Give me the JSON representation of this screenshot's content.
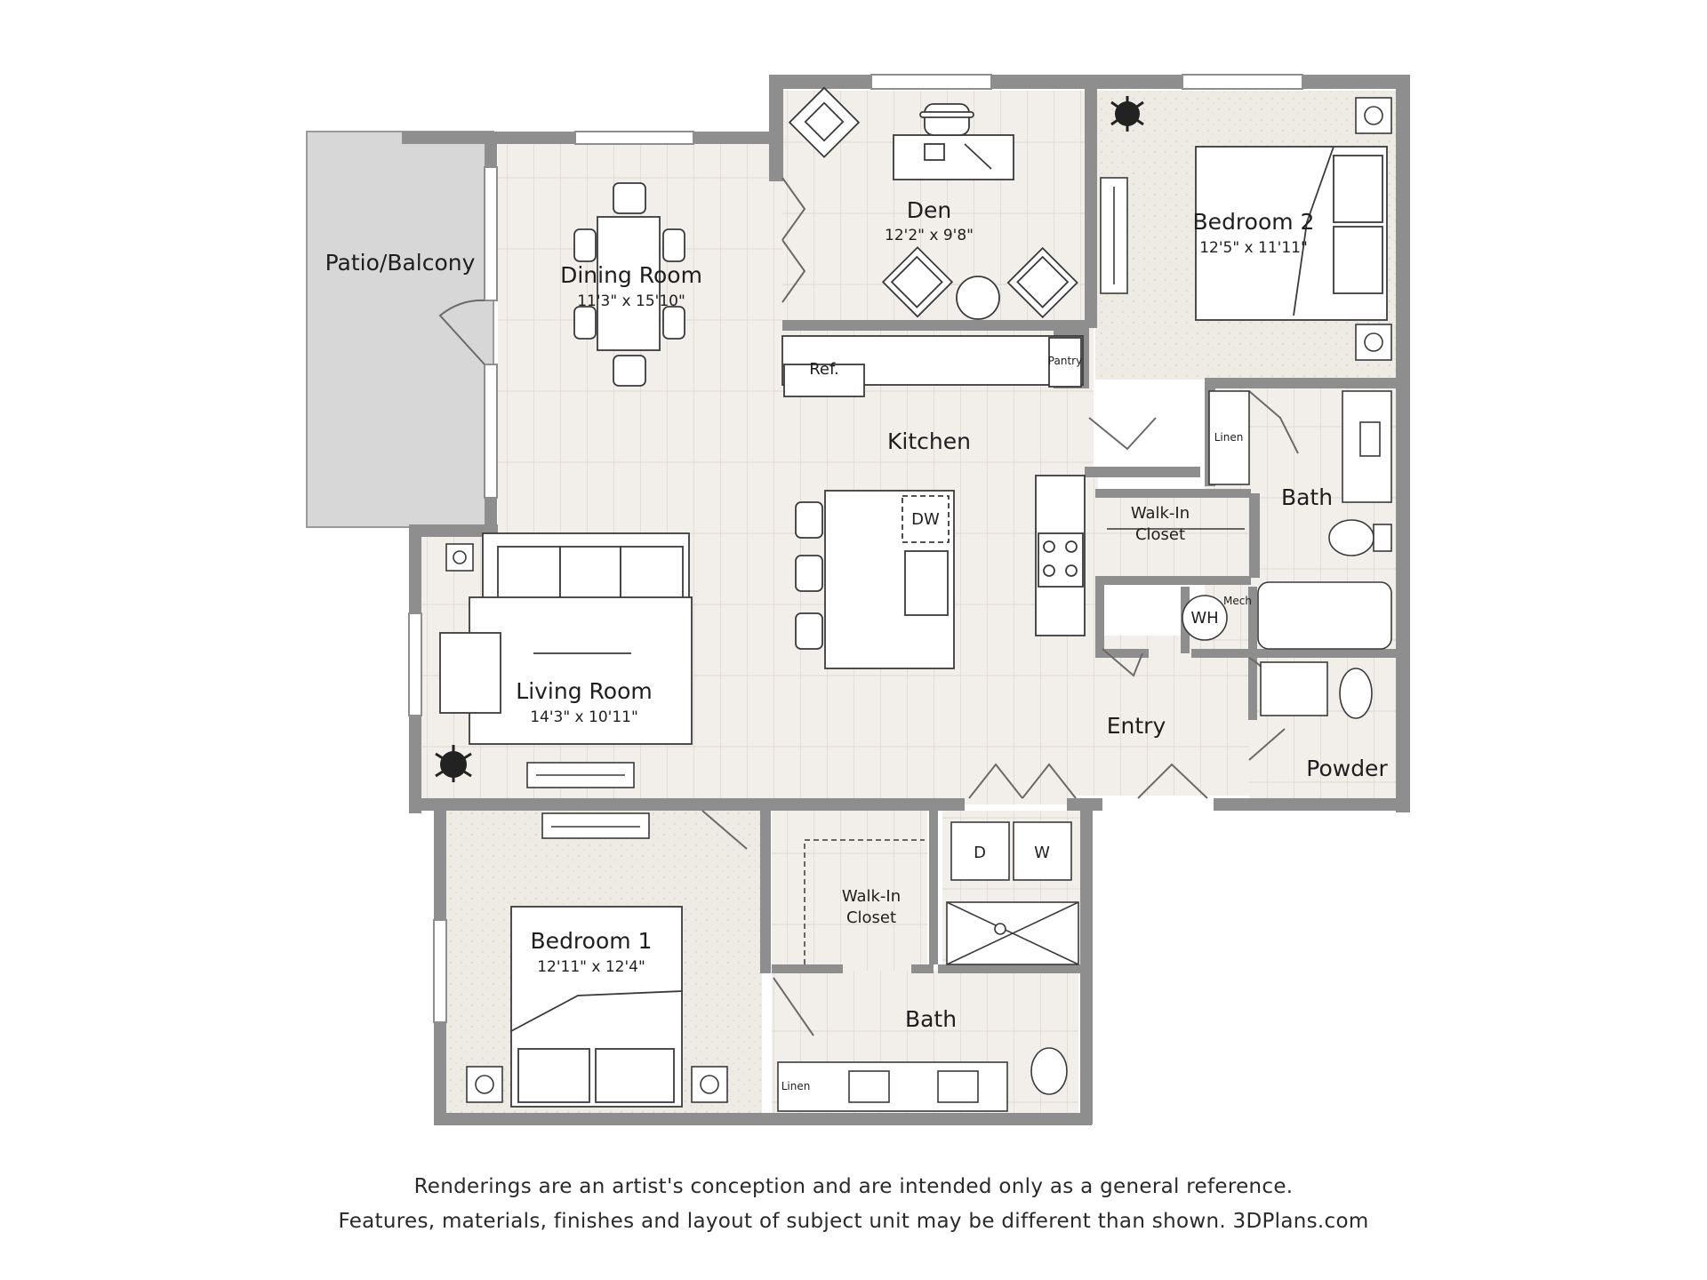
{
  "rooms": {
    "patio": {
      "name": "Patio/Balcony"
    },
    "dining": {
      "name": "Dining Room",
      "dim": "11'3\" x 15'10\""
    },
    "den": {
      "name": "Den",
      "dim": "12'2\" x 9'8\""
    },
    "bedroom2": {
      "name": "Bedroom 2",
      "dim": "12'5\" x 11'11\""
    },
    "kitchen": {
      "name": "Kitchen"
    },
    "living": {
      "name": "Living Room",
      "dim": "14'3\" x 10'11\""
    },
    "bedroom1": {
      "name": "Bedroom 1",
      "dim": "12'11\" x 12'4\""
    },
    "bath1": {
      "name": "Bath"
    },
    "bath2": {
      "name": "Bath"
    },
    "walkin1": {
      "line1": "Walk-In",
      "line2": "Closet"
    },
    "walkin2": {
      "line1": "Walk-In",
      "line2": "Closet"
    },
    "entry": {
      "name": "Entry"
    },
    "powder": {
      "name": "Powder"
    }
  },
  "fixtures": {
    "ref": "Ref.",
    "pantry": "Pantry",
    "dw": "DW",
    "wh": "WH",
    "mech": "Mech",
    "linen_top": "Linen",
    "linen_bottom": "Linen",
    "dryer": "D",
    "washer": "W"
  },
  "icons": [
    "plant-icon",
    "lamp-icon",
    "tv-icon",
    "sofa-icon",
    "bed-icon",
    "toilet-icon",
    "sink-icon",
    "tub-icon",
    "shower-icon",
    "range-icon",
    "chair-icon",
    "dining-table-icon",
    "desk-icon"
  ],
  "colors": {
    "wall": "#8e8e8e",
    "floor": "#f2efea",
    "carpet": "#ecebe2",
    "plank_line": "#dcd6ce"
  },
  "footer": {
    "line1": "Renderings are an artist's conception and are intended only as a general reference.",
    "line2": "Features, materials, finishes and layout of subject unit may be different than shown. 3DPlans.com"
  }
}
